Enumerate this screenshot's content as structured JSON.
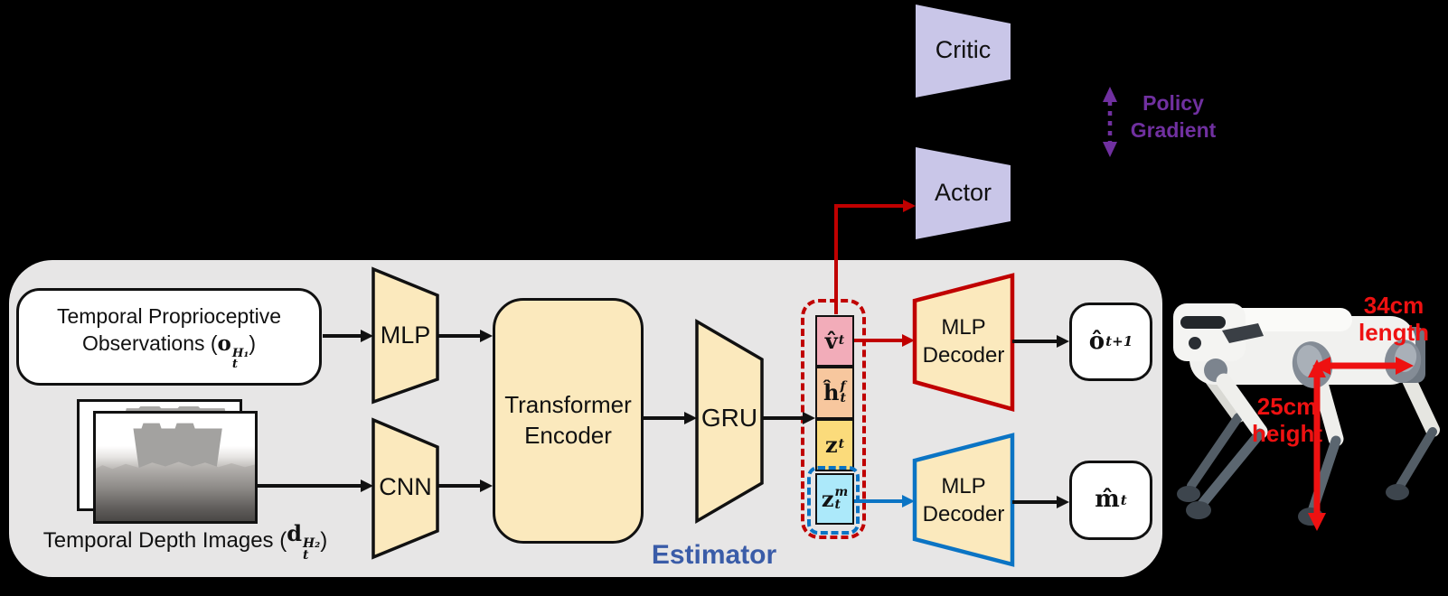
{
  "colors": {
    "graybg": "#E7E6E6",
    "yellow": "#FBE9BD",
    "lavender": "#C9C6E8",
    "purple": "#7030A0",
    "red": "#C00000",
    "blue": "#0B74C4",
    "annred": "#EE1111",
    "eblue": "#3A5CA8",
    "pink": "#F2ACB9",
    "peach": "#F7C79E",
    "cellyellow": "#FBDB7B",
    "cyan": "#ACE9FA"
  },
  "estimator": {
    "label": "Estimator"
  },
  "inputs": {
    "proprio": {
      "line1": "Temporal Proprioceptive",
      "line2_prefix": "Observations (",
      "math": {
        "base": "o",
        "sup": "H₁",
        "sub": "t"
      },
      "suffix": ")"
    },
    "depth": {
      "prefix": "Temporal Depth Images (",
      "math": {
        "base": "d",
        "sup": "H₂",
        "sub": "t"
      },
      "suffix": ")"
    }
  },
  "encoders": {
    "mlp": "MLP",
    "cnn": "CNN",
    "transformer_line1": "Transformer",
    "transformer_line2": "Encoder",
    "gru": "GRU"
  },
  "latent": {
    "cells": [
      {
        "base": "v̂",
        "sup": "",
        "sub": "t"
      },
      {
        "base": "ĥ",
        "sup": "f",
        "sub": "t"
      },
      {
        "base": "z",
        "sup": "",
        "sub": "t"
      },
      {
        "base": "z",
        "sup": "m",
        "sub": "t"
      }
    ]
  },
  "decoders": {
    "red": {
      "line1": "MLP",
      "line2": "Decoder"
    },
    "blue": {
      "line1": "MLP",
      "line2": "Decoder"
    }
  },
  "outputs": {
    "obs_next": {
      "base": "ô",
      "sup": "",
      "sub": "t+1"
    },
    "privileged": {
      "base": "m̂",
      "sup": "",
      "sub": "t"
    }
  },
  "rl": {
    "critic": "Critic",
    "actor": "Actor",
    "policy_gradient_line1": "Policy",
    "policy_gradient_line2": "Gradient"
  },
  "robot": {
    "length_line1": "34cm",
    "length_line2": "length",
    "height_line1": "25cm",
    "height_line2": "height"
  }
}
